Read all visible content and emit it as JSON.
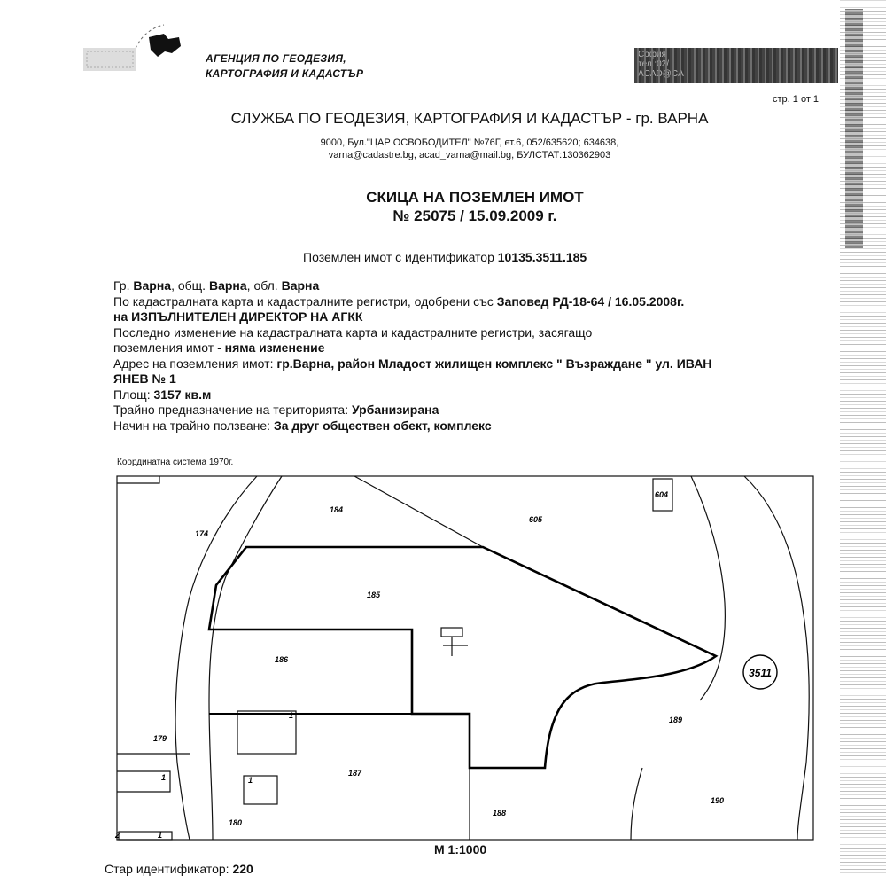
{
  "header": {
    "agency_line1": "АГЕНЦИЯ ПО ГЕОДЕЗИЯ,",
    "agency_line2": "КАРТОГРАФИЯ И КАДАСТЪР",
    "contact_line1": "София",
    "contact_line2": "тел.:02/",
    "contact_line3": "ACAD@CA",
    "page_no": "стр. 1 от 1"
  },
  "office": {
    "title": "СЛУЖБА ПО ГЕОДЕЗИЯ, КАРТОГРАФИЯ И КАДАСТЪР - гр. ВАРНА",
    "address_line1": "9000, Бул.\"ЦАР ОСВОБОДИТЕЛ\" №76Г, ет.6, 052/635620; 634638,",
    "address_line2": "varna@cadastre.bg, acad_varna@mail.bg, БУЛСТАТ:130362903"
  },
  "document": {
    "title_line1": "СКИЦА НА ПОЗЕМЛЕН ИМОТ",
    "title_line2": "№ 25075 / 15.09.2009 г.",
    "ident_prefix": "Поземлен имот с  идентификатор ",
    "ident_value": "10135.3511.185"
  },
  "info": {
    "loc_prefix": "Гр. ",
    "loc_city": "Варна",
    "loc_mid1": ", общ. ",
    "loc_municipality": "Варна",
    "loc_mid2": ", обл. ",
    "loc_region": "Варна",
    "approved_prefix": "По кадастралната карта и кадастралните регистри, одобрени със ",
    "approved_order": "Заповед РД-18-64 / 16.05.2008г.",
    "approved_by": "на ИЗПЪЛНИТЕЛЕН ДИРЕКТОР НА АГКК",
    "last_change_line1": "Последно изменение на кадастралната карта и кадастралните регистри, засягащо",
    "last_change_prefix": "поземления имот - ",
    "last_change_value": "няма изменение",
    "address_prefix": "Адрес на поземления имот: ",
    "address_value_line1": "гр.Варна, район Младост жилищен комплекс \" Възраждане \" ул. ИВАН",
    "address_value_line2": "ЯНЕВ № 1",
    "area_prefix": "Площ: ",
    "area_value": "3157 кв.м",
    "purpose_prefix": "Трайно предназначение на територията: ",
    "purpose_value": "Урбанизирана",
    "usage_prefix": "Начин на трайно ползване: ",
    "usage_value": "За друг обществен обект, комплекс"
  },
  "map": {
    "coord_system": "Координатна система 1970г.",
    "scale": "М 1:1000",
    "district_number": "3511",
    "plots": [
      "174",
      "184",
      "605",
      "604",
      "185",
      "186",
      "179",
      "187",
      "188",
      "189",
      "190",
      "180"
    ],
    "building_numbers": [
      "1",
      "1",
      "1",
      "1",
      "2"
    ]
  },
  "footer": {
    "old_id_prefix": "Стар идентификатор: ",
    "old_id_value": "220"
  }
}
